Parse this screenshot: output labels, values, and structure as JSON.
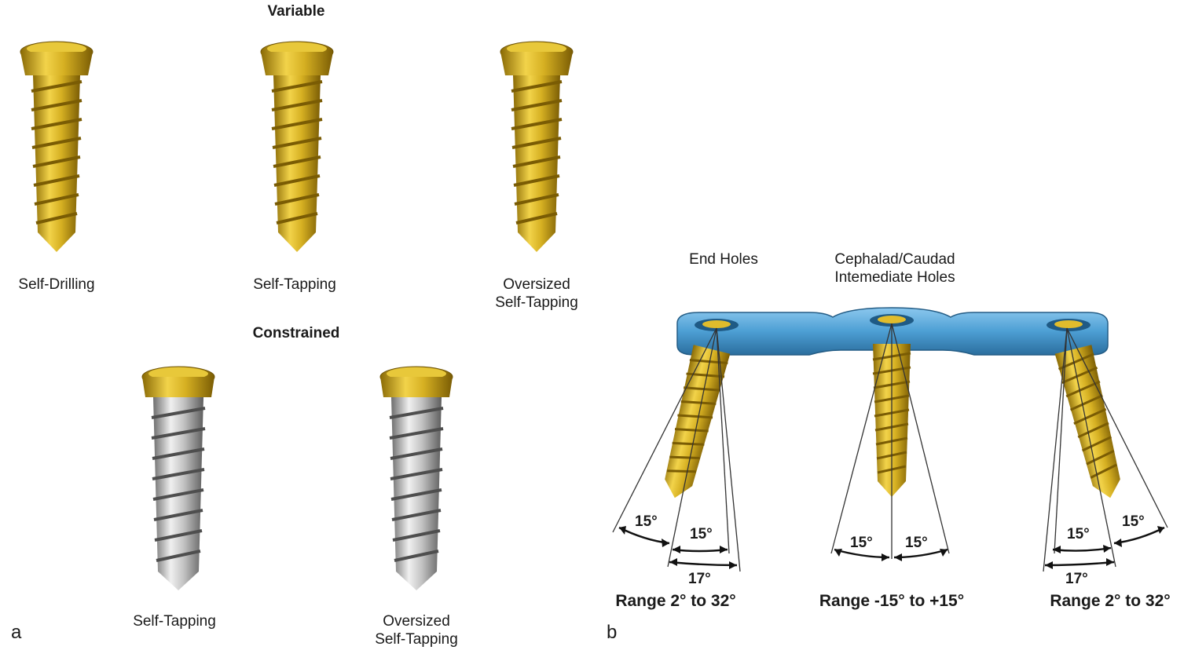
{
  "panel_a": {
    "label": "a",
    "variable_heading": "Variable",
    "constrained_heading": "Constrained",
    "screws": [
      {
        "caption": "Self-Drilling",
        "head_color": "#c9a21a",
        "shaft_color": "#d4b021",
        "tip": "self-drilling"
      },
      {
        "caption": "Self-Tapping",
        "head_color": "#c9a21a",
        "shaft_color": "#d4b021",
        "tip": "self-tapping"
      },
      {
        "caption_line1": "Oversized",
        "caption_line2": "Self-Tapping",
        "head_color": "#c9a21a",
        "shaft_color": "#d4b021",
        "tip": "self-tapping"
      },
      {
        "caption": "Self-Tapping",
        "head_color": "#c9a21a",
        "shaft_color": "#b8b8b8",
        "tip": "self-tapping"
      },
      {
        "caption_line1": "Oversized",
        "caption_line2": "Self-Tapping",
        "head_color": "#c9a21a",
        "shaft_color": "#b8b8b8",
        "tip": "self-tapping"
      }
    ]
  },
  "panel_b": {
    "label": "b",
    "end_holes_label": "End Holes",
    "intermediate_label_line1": "Cephalad/Caudad",
    "intermediate_label_line2": "Intemediate Holes",
    "plate_color": "#5aa8d8",
    "screw_color": "#d4b021",
    "angles": {
      "left_outer": "15°",
      "left_inner": "15°",
      "left_total": "17°",
      "mid_left": "15°",
      "mid_right": "15°",
      "right_inner": "15°",
      "right_outer": "15°",
      "right_total": "17°"
    },
    "ranges": {
      "left": "Range 2° to 32°",
      "middle": "Range -15° to +15°",
      "right": "Range 2° to 32°"
    }
  }
}
